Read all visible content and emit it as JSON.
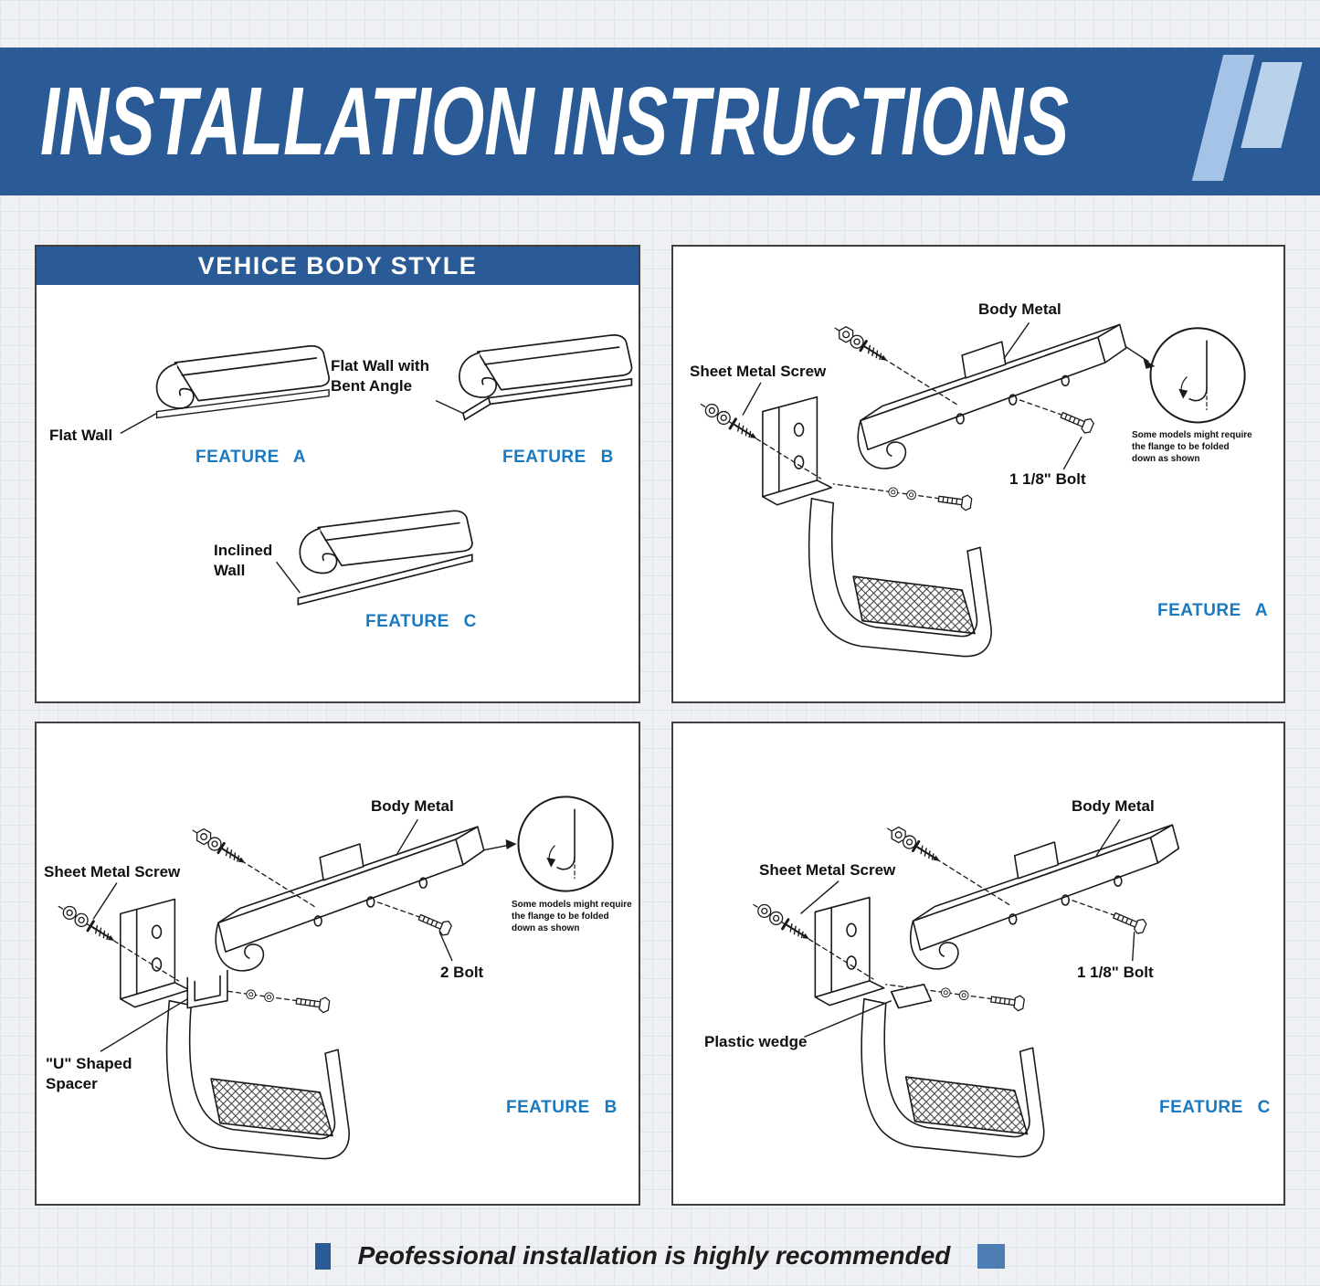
{
  "title": "INSTALLATION INSTRUCTIONS",
  "footer": {
    "text": "Peofessional installation is highly recommended"
  },
  "colors": {
    "banner_blue": "#2a5b97",
    "feature_label_blue": "#1b79c0",
    "deco_light_blue": "#a4c3e6",
    "deco_lighter_blue": "#b9d2ec",
    "footer_square_left": "#2a5b97",
    "footer_square_right": "#4d7db3",
    "drawing_line": "#1a1a1a",
    "page_background": "#eef0f3",
    "panel_background": "#ffffff",
    "panel_border": "#3f3f3f"
  },
  "body_style_panel": {
    "header": "VEHICE BODY STYLE",
    "flat_wall": "Flat Wall",
    "bent_line1": "Flat Wall with",
    "bent_line2": "Bent Angle",
    "inclined_line1": "Inclined",
    "inclined_line2": "Wall",
    "feature_a": "FEATURE A",
    "feature_b": "FEATURE B",
    "feature_c": "FEATURE C"
  },
  "feature_a_panel": {
    "body_metal": "Body Metal",
    "sheet_metal_screw": "Sheet Metal Screw",
    "bolt": "1 1/8\" Bolt",
    "note_line1": "Some models might require",
    "note_line2": "the flange to be folded",
    "note_line3": "down as shown",
    "feature": "FEATURE A"
  },
  "feature_b_panel": {
    "body_metal": "Body Metal",
    "sheet_metal_screw": "Sheet Metal Screw",
    "bolt": "2 Bolt",
    "spacer_line1": "\"U\" Shaped",
    "spacer_line2": "Spacer",
    "note_line1": "Some models might require",
    "note_line2": "the flange to be folded",
    "note_line3": "down as shown",
    "feature": "FEATURE B"
  },
  "feature_c_panel": {
    "body_metal": "Body Metal",
    "sheet_metal_screw": "Sheet Metal Screw",
    "bolt": "1 1/8\" Bolt",
    "plastic_wedge": "Plastic wedge",
    "feature": "FEATURE C"
  }
}
